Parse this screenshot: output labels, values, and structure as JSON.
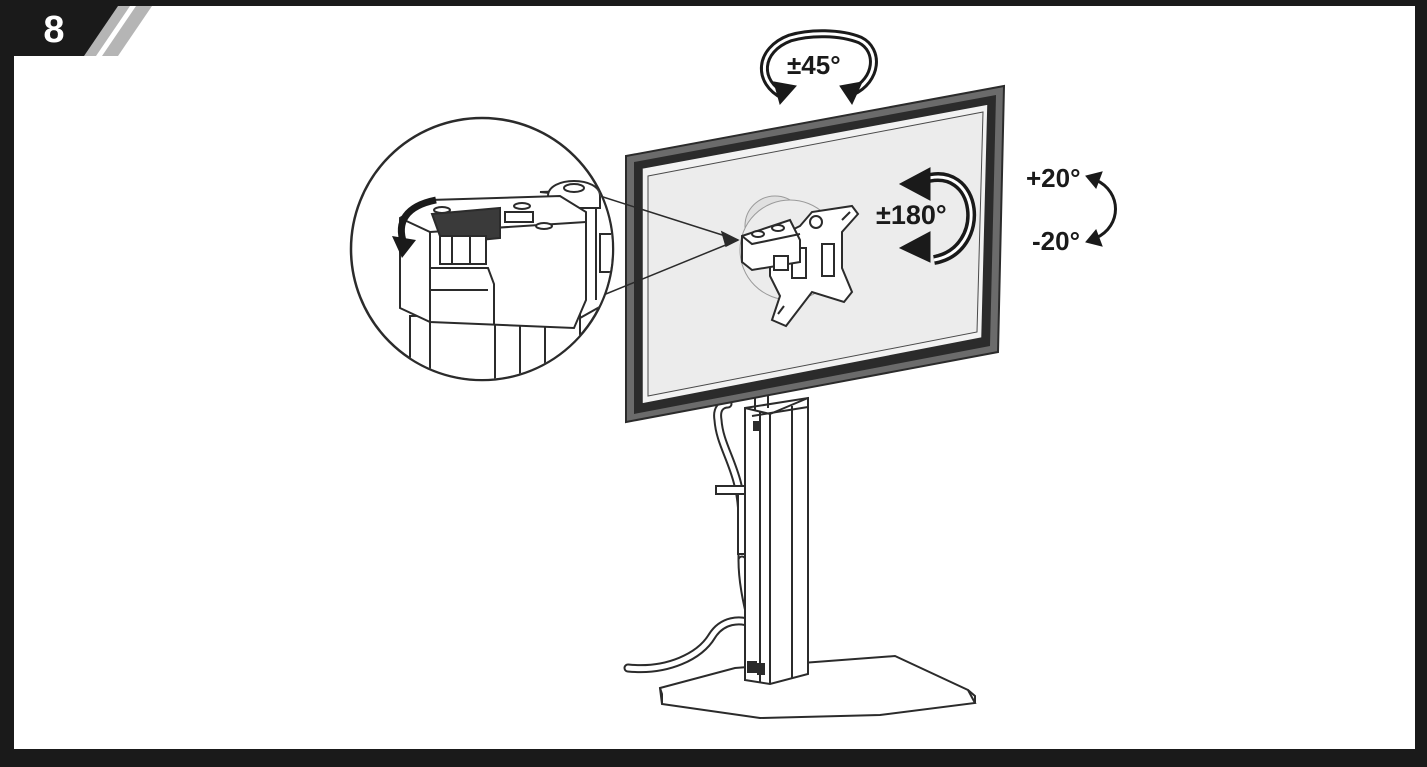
{
  "step": {
    "number": "8"
  },
  "rotation_labels": {
    "pan": "±45°",
    "rotate": "±180°",
    "tilt_up": "+20°",
    "tilt_down": "-20°"
  },
  "colors": {
    "frame": "#1a1a1a",
    "line": "#2b2b2b",
    "screen_fill": "#f2f2f2",
    "bezel": "#6b6b6b",
    "badge_stripe": "#b5b5b5"
  }
}
